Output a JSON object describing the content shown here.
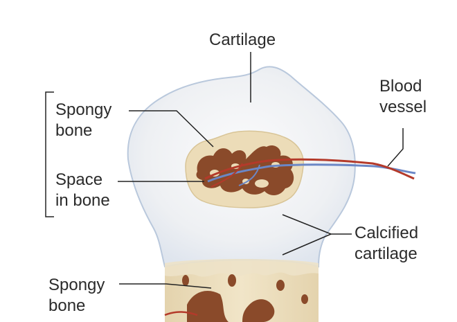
{
  "labels": {
    "cartilage": "Cartilage",
    "blood_vessel": [
      "Blood",
      "vessel"
    ],
    "spongy_bone_top": [
      "Spongy",
      "bone"
    ],
    "space_in_bone": [
      "Space",
      "in bone"
    ],
    "calcified_cartilage": [
      "Calcified",
      "cartilage"
    ],
    "spongy_bone_bottom": [
      "Spongy",
      "bone"
    ]
  },
  "colors": {
    "text": "#2b2b2b",
    "leader_line": "#222222",
    "cartilage": "#eef0f2",
    "cartilage_edge": "#b9c8dc",
    "bone_matrix": "#ecdcb8",
    "spongy_bone": "#8a4a2a",
    "artery": "#b43a2a",
    "vein": "#6b87c6"
  }
}
